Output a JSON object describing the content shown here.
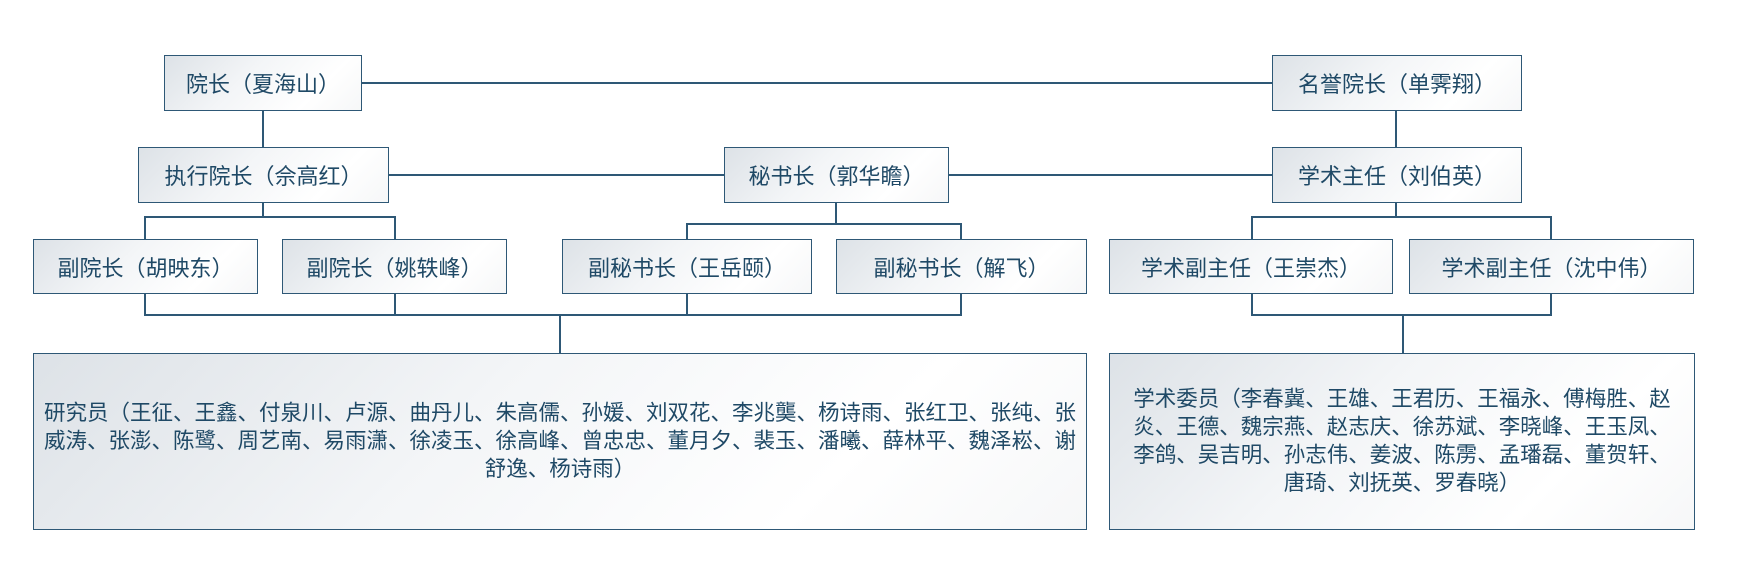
{
  "org": {
    "president": "院长（夏海山）",
    "honorary_president": "名誉院长（单霁翔）",
    "executive_president": "执行院长（佘高红）",
    "secretary_general": "秘书长（郭华瞻）",
    "academic_director": "学术主任（刘伯英）",
    "vice_presidents": [
      "副院长（胡映东）",
      "副院长（姚轶峰）"
    ],
    "deputy_secretaries": [
      "副秘书长（王岳颐）",
      "副秘书长（解飞）"
    ],
    "academic_deputy_directors": [
      "学术副主任（王崇杰）",
      "学术副主任（沈中伟）"
    ],
    "researchers": "研究员（王征、王鑫、付泉川、卢源、曲丹儿、朱高儒、孙媛、刘双花、李兆龑、杨诗雨、张红卫、张纯、张威涛、张澎、陈鹭、周艺南、易雨潇、徐凌玉、徐高峰、曾忠忠、董月夕、裴玉、潘曦、薛林平、魏泽崧、谢舒逸、杨诗雨）",
    "academic_committee": "学术委员（李春冀、王雄、王君历、王福永、傅梅胜、赵炎、王德、魏宗燕、赵志庆、徐苏斌、李晓峰、王玉凤、李鸽、吴吉明、孙志伟、姜波、陈雳、孟璠磊、董贺轩、唐琦、刘抚英、罗春晓）"
  }
}
